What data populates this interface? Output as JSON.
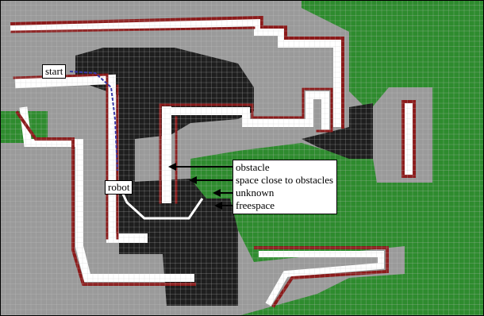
{
  "map": {
    "cell_types": {
      "obstacle": {
        "color": "#8b1a1a"
      },
      "close": {
        "color": "#9a9a9a"
      },
      "unknown": {
        "color": "#1e1e1e"
      },
      "free": {
        "color": "#ffffff"
      },
      "outside": {
        "color": "#2e8b2e"
      }
    },
    "grid_color": "#c8c8c8",
    "path_start_color": "#3a3aa8",
    "path_color": "#ffffff"
  },
  "labels": {
    "start": "start",
    "robot": "robot"
  },
  "legend": {
    "items": [
      {
        "label": "obstacle"
      },
      {
        "label": "space close to obstacles"
      },
      {
        "label": "unknown"
      },
      {
        "label": "freespace"
      }
    ]
  }
}
